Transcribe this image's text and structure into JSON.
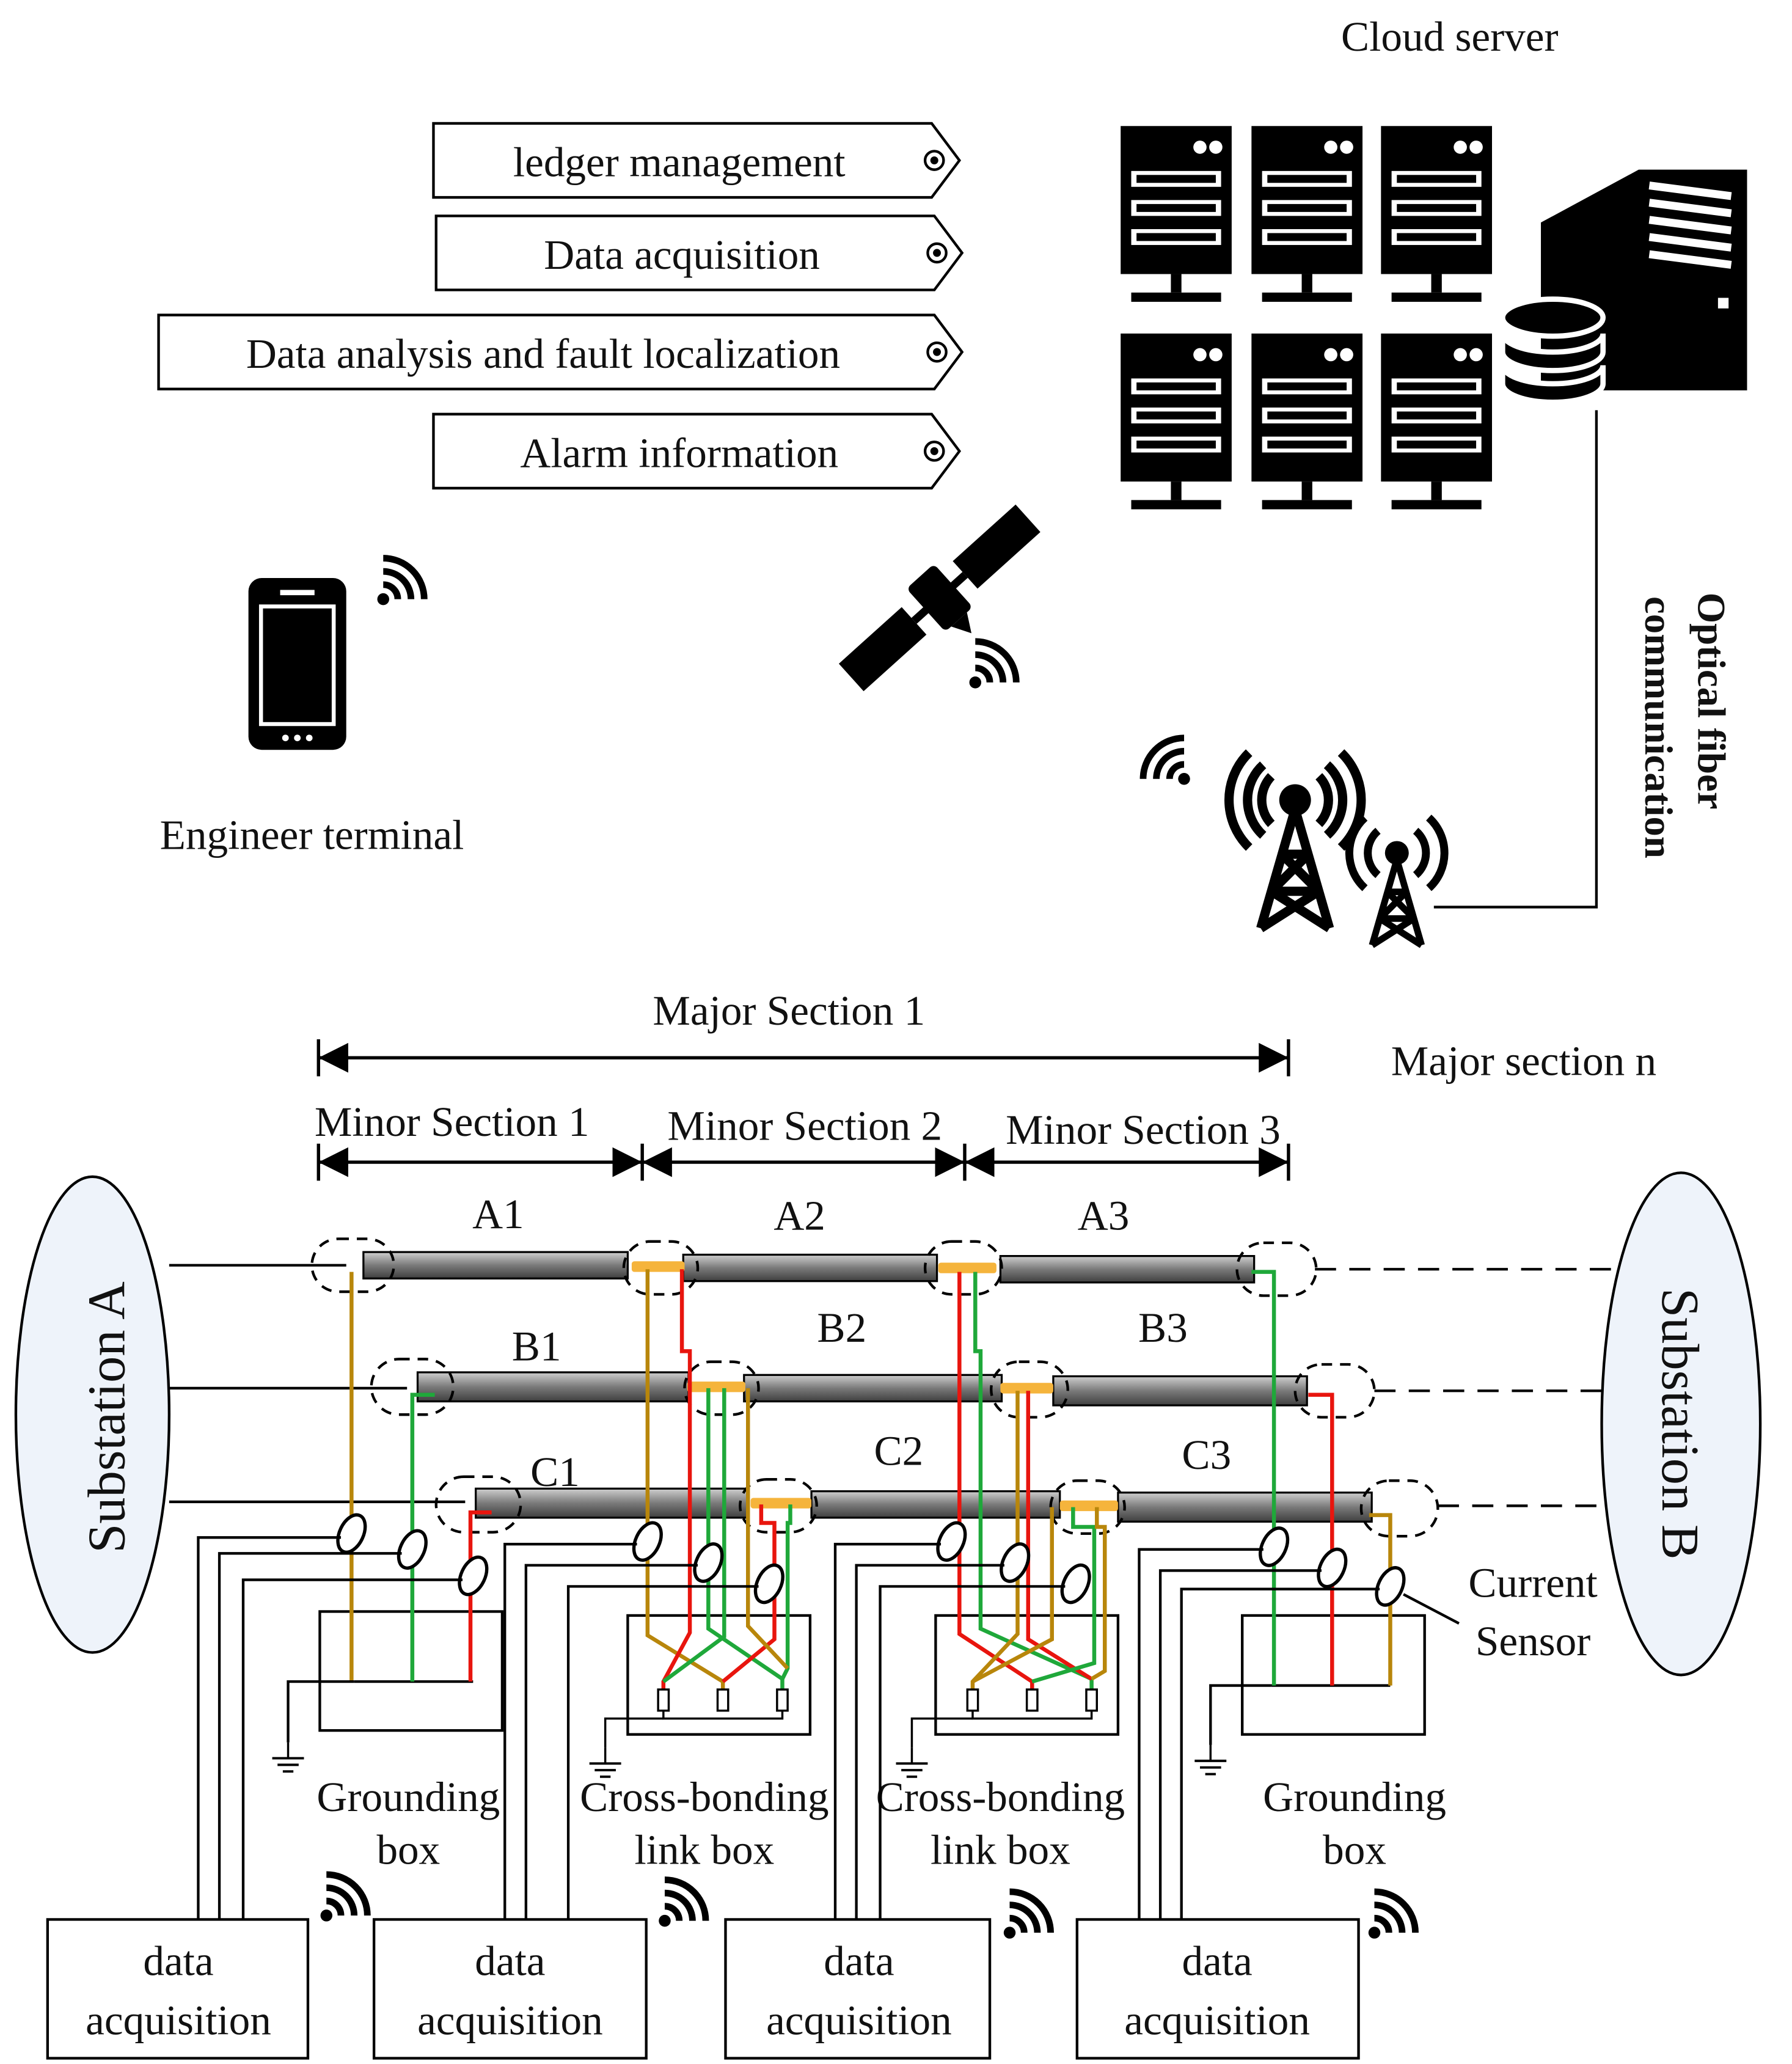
{
  "cloud": {
    "title": "Cloud server",
    "functions": [
      "ledger management",
      "Data acquisition",
      "Data analysis and fault localization",
      "Alarm information"
    ]
  },
  "terminal": {
    "label": "Engineer terminal"
  },
  "fiber": {
    "line1": "Optical fiber",
    "line2": "communication"
  },
  "sections": {
    "major1": "Major Section 1",
    "majorN": "Major section n",
    "minor1": "Minor Section 1",
    "minor2": "Minor Section 2",
    "minor3": "Minor Section 3"
  },
  "cables": {
    "a": [
      "A1",
      "A2",
      "A3"
    ],
    "b": [
      "B1",
      "B2",
      "B3"
    ],
    "c": [
      "C1",
      "C2",
      "C3"
    ]
  },
  "substations": {
    "a": "Substation A",
    "b": "Substation B"
  },
  "sensor": {
    "line1": "Current",
    "line2": "Sensor"
  },
  "boxes": {
    "grounding1": {
      "line1": "Grounding",
      "line2": "box"
    },
    "cross1": {
      "line1": "Cross-bonding",
      "line2": "link box"
    },
    "cross2": {
      "line1": "Cross-bonding",
      "line2": "link box"
    },
    "grounding2": {
      "line1": "Grounding",
      "line2": "box"
    }
  },
  "daq": [
    {
      "line1": "data",
      "line2": "acquisition"
    },
    {
      "line1": "data",
      "line2": "acquisition"
    },
    {
      "line1": "data",
      "line2": "acquisition"
    },
    {
      "line1": "data",
      "line2": "acquisition"
    }
  ],
  "colors": {
    "sheath_gold": "#b8860b",
    "bond_orange": "#f5b43c",
    "red": "#e8150e",
    "green": "#1fa83a",
    "cable_gray": "#8c8c8c"
  }
}
